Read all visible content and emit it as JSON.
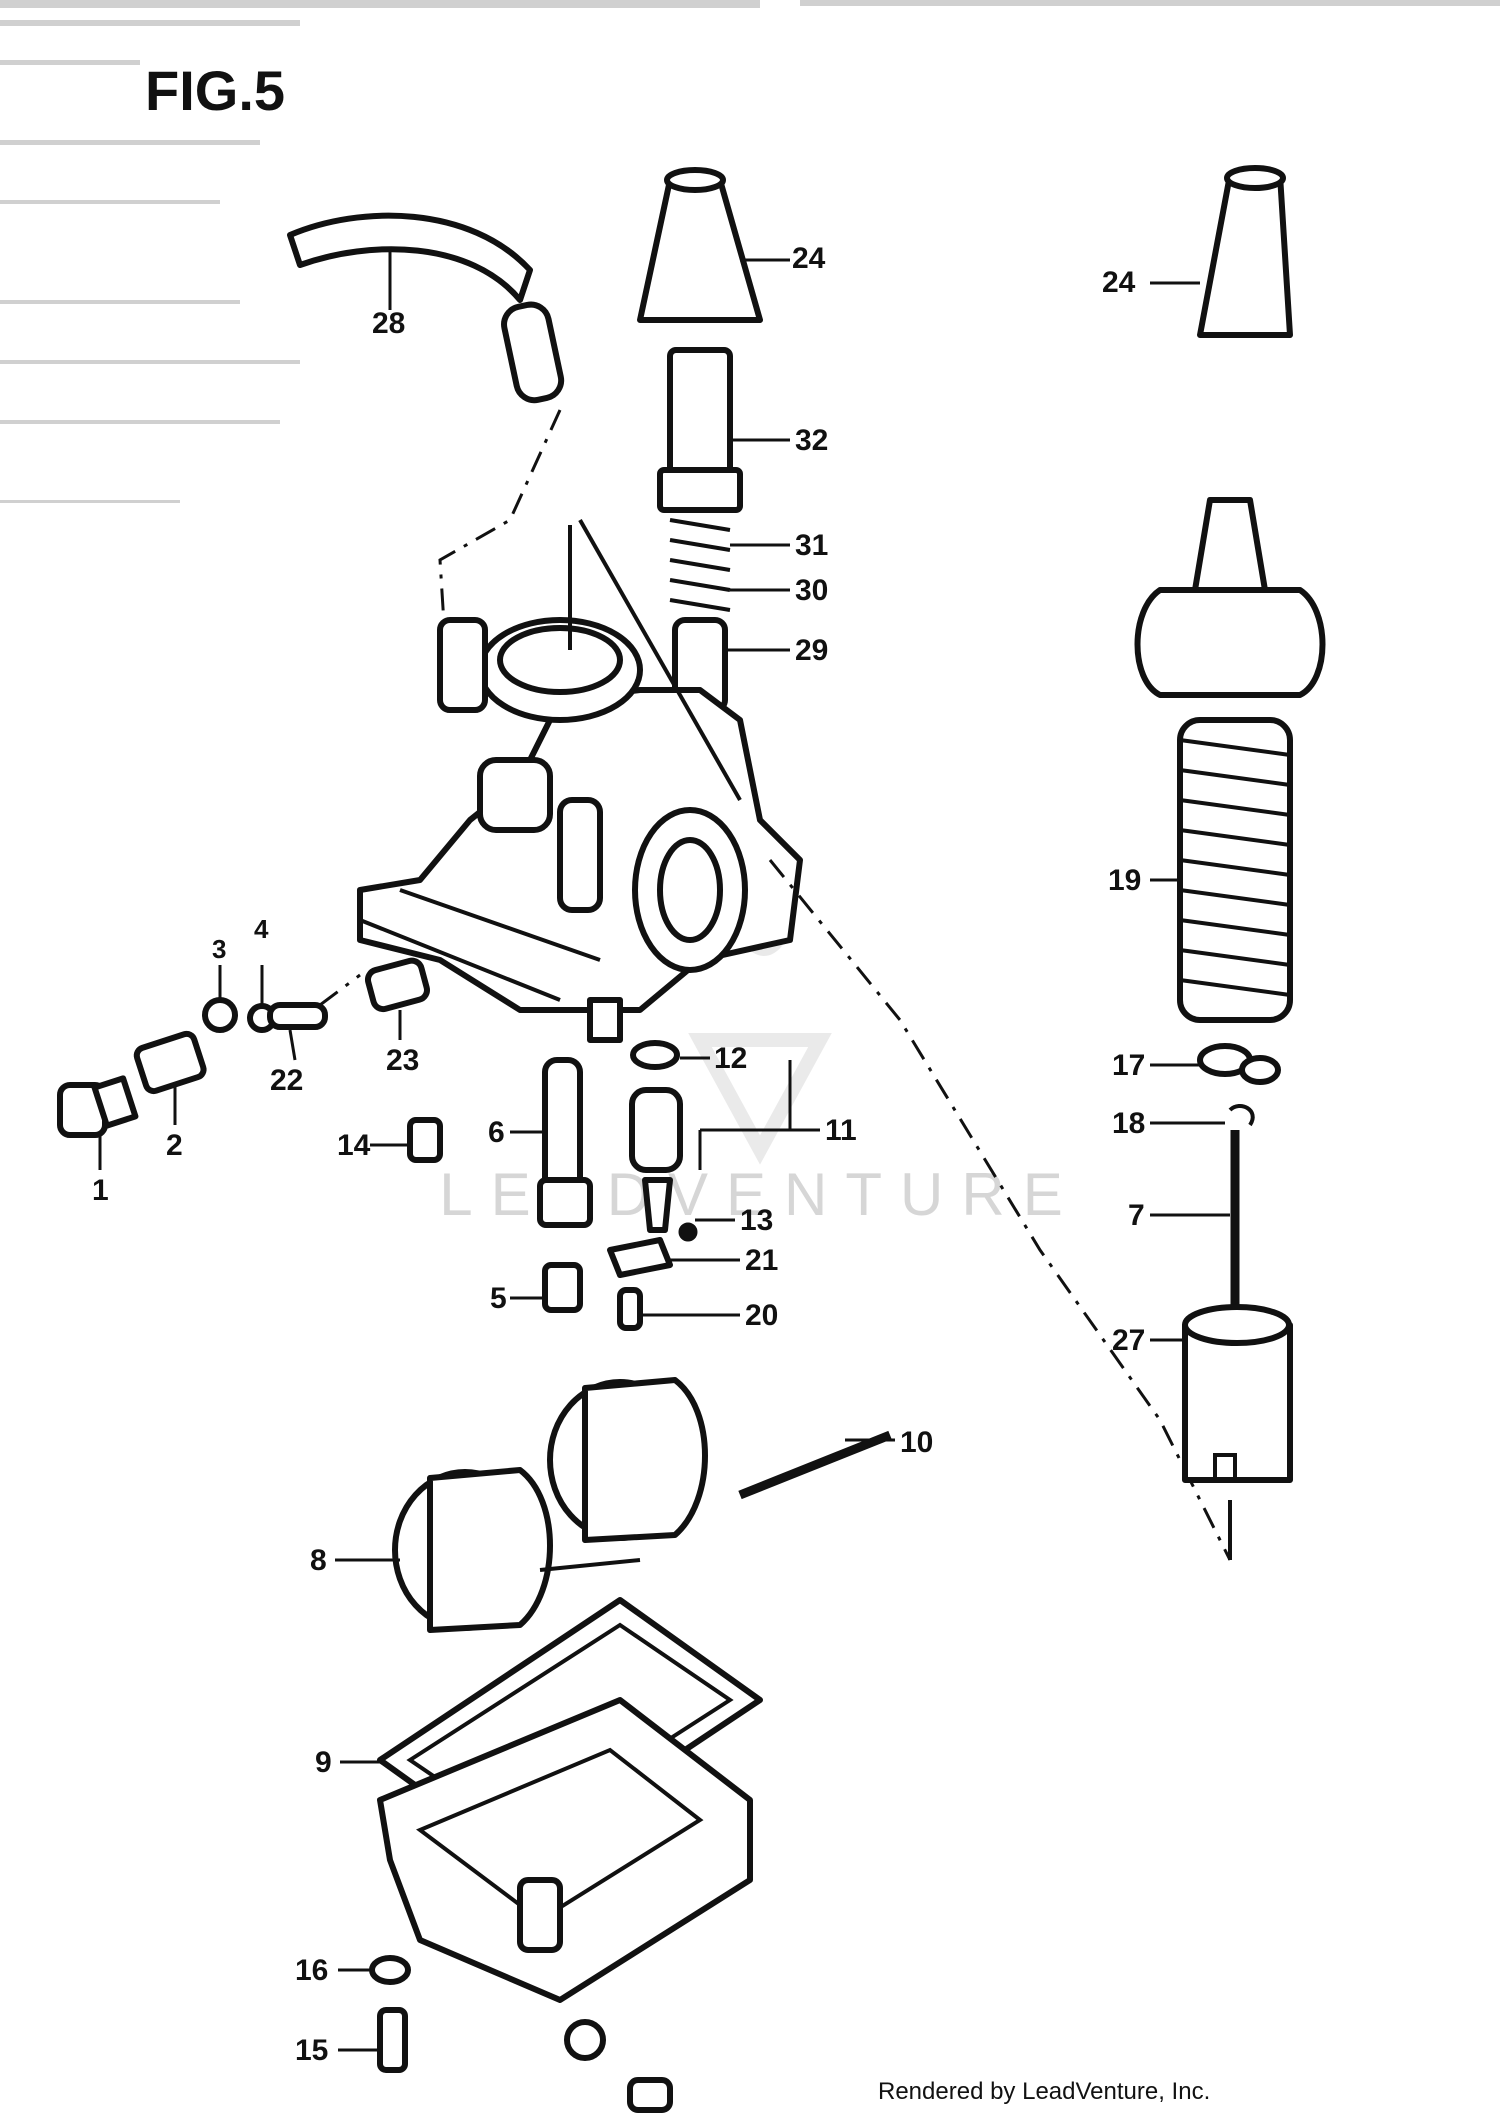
{
  "figure": {
    "title": "FIG.5"
  },
  "credit": "Rendered by LeadVenture, Inc.",
  "watermark": "LEADVENTURE",
  "callouts": [
    {
      "id": "c1",
      "text": "1"
    },
    {
      "id": "c2",
      "text": "2"
    },
    {
      "id": "c3",
      "text": "3"
    },
    {
      "id": "c4",
      "text": "4"
    },
    {
      "id": "c5",
      "text": "5"
    },
    {
      "id": "c6",
      "text": "6"
    },
    {
      "id": "c7",
      "text": "7"
    },
    {
      "id": "c8",
      "text": "8"
    },
    {
      "id": "c9",
      "text": "9"
    },
    {
      "id": "c10",
      "text": "10"
    },
    {
      "id": "c11",
      "text": "11"
    },
    {
      "id": "c12",
      "text": "12"
    },
    {
      "id": "c13",
      "text": "13"
    },
    {
      "id": "c14",
      "text": "14"
    },
    {
      "id": "c15",
      "text": "15"
    },
    {
      "id": "c16",
      "text": "16"
    },
    {
      "id": "c17",
      "text": "17"
    },
    {
      "id": "c18",
      "text": "18"
    },
    {
      "id": "c19",
      "text": "19"
    },
    {
      "id": "c20",
      "text": "20"
    },
    {
      "id": "c21",
      "text": "21"
    },
    {
      "id": "c22",
      "text": "22"
    },
    {
      "id": "c23",
      "text": "23"
    },
    {
      "id": "c24a",
      "text": "24"
    },
    {
      "id": "c24b",
      "text": "24"
    },
    {
      "id": "c27",
      "text": "27"
    },
    {
      "id": "c28",
      "text": "28"
    },
    {
      "id": "c29",
      "text": "29"
    },
    {
      "id": "c30",
      "text": "30"
    },
    {
      "id": "c31",
      "text": "31"
    },
    {
      "id": "c32",
      "text": "32"
    }
  ]
}
